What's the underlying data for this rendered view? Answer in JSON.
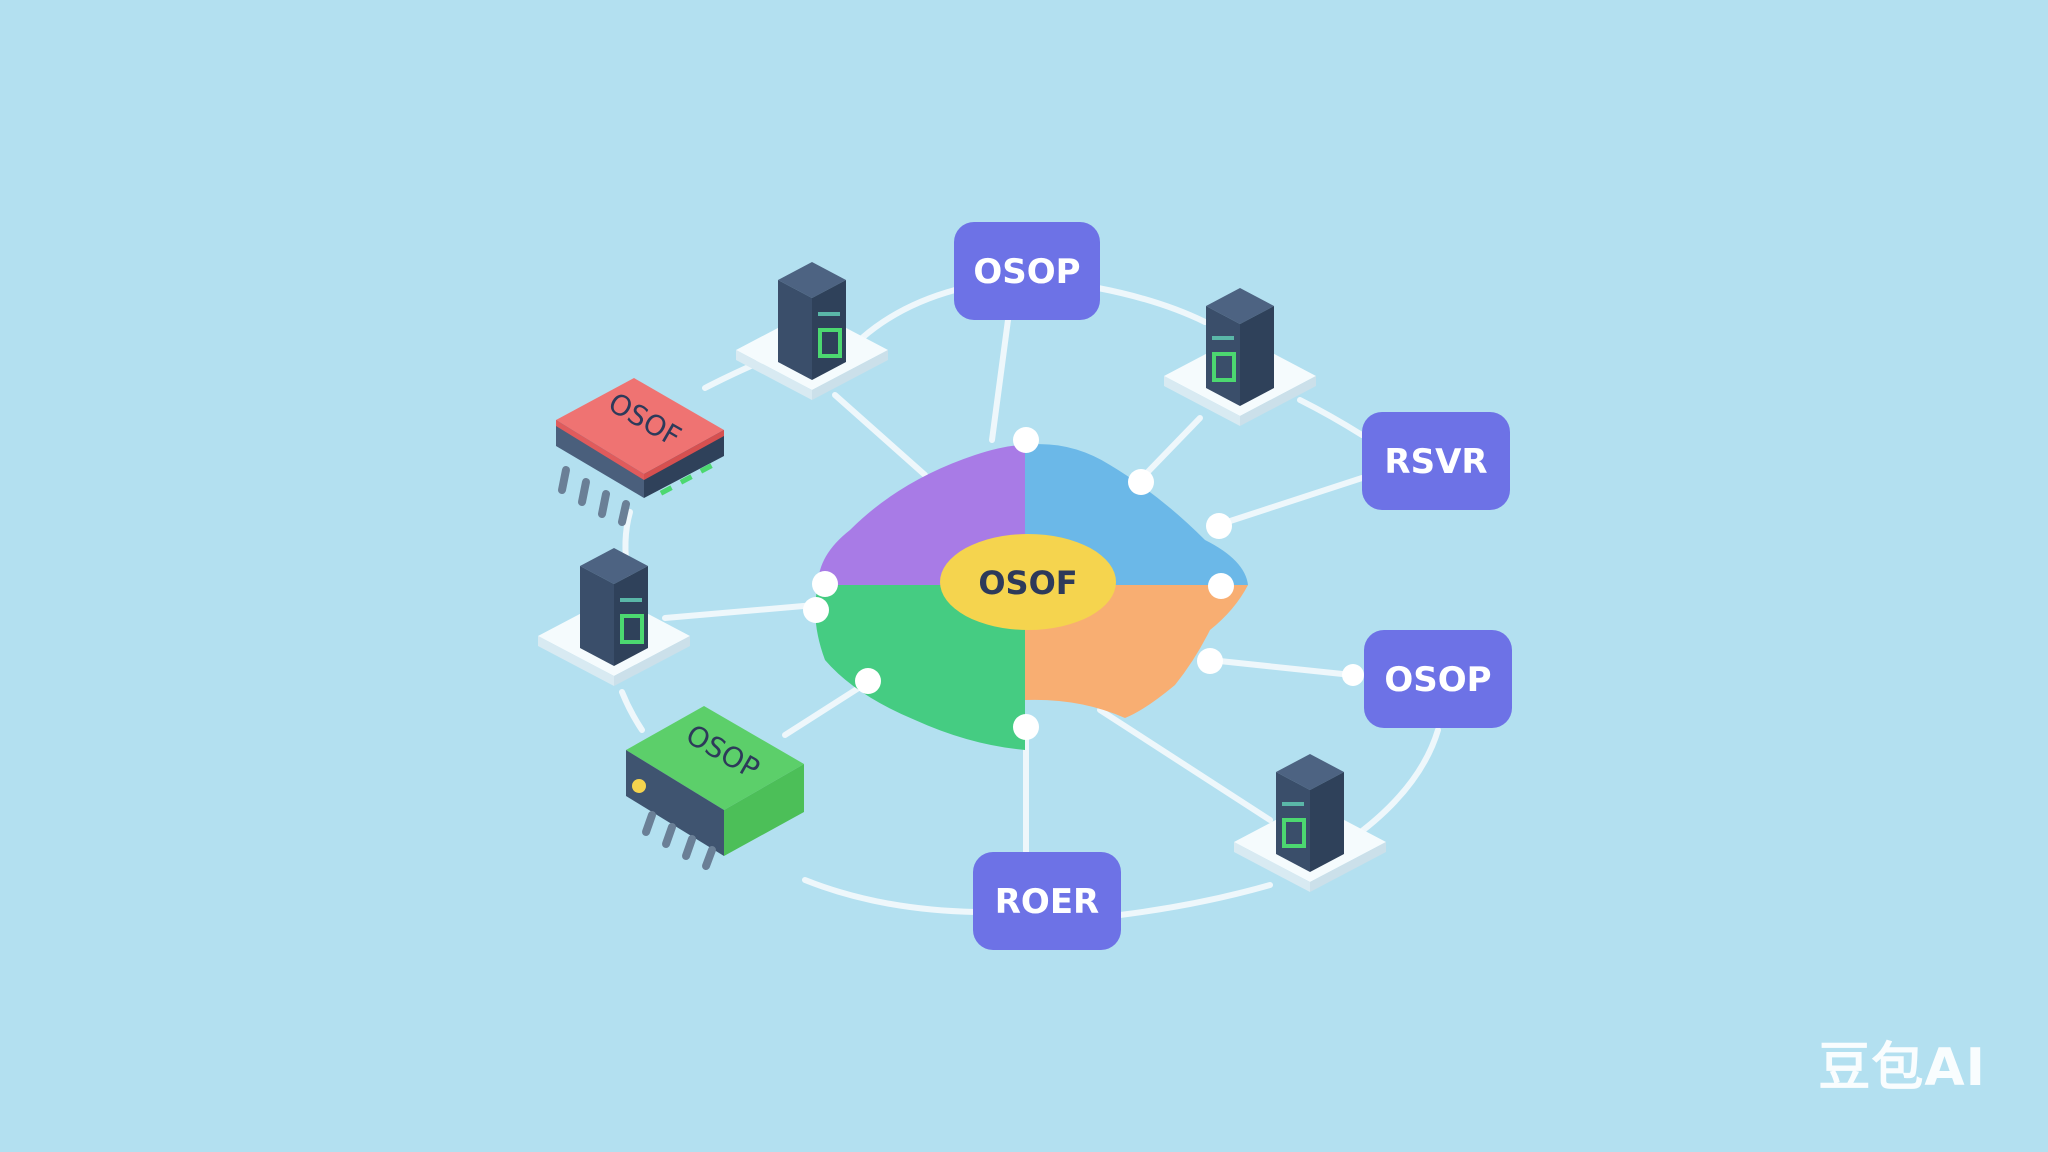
{
  "nodes": {
    "osop_top": "OSOP",
    "rsvr": "RSVR",
    "osop_right": "OSOP",
    "roer": "ROER",
    "center": "OSOF"
  },
  "devices": {
    "red_switch": "OSOF",
    "green_switch": "OSOP"
  },
  "watermark": "豆包AI",
  "colors": {
    "background": "#b3e0f0",
    "label_box": "#6d72e6",
    "segment_purple": "#a87be6",
    "segment_blue": "#6bb8e8",
    "segment_green": "#45cc82",
    "segment_orange": "#f8ae72",
    "center_ellipse": "#f5d44e",
    "server": "#3f5470",
    "server_accent": "#4cd870",
    "red_switch": "#ef7372",
    "green_switch": "#5ccf6a",
    "link": "#eef7fb"
  }
}
